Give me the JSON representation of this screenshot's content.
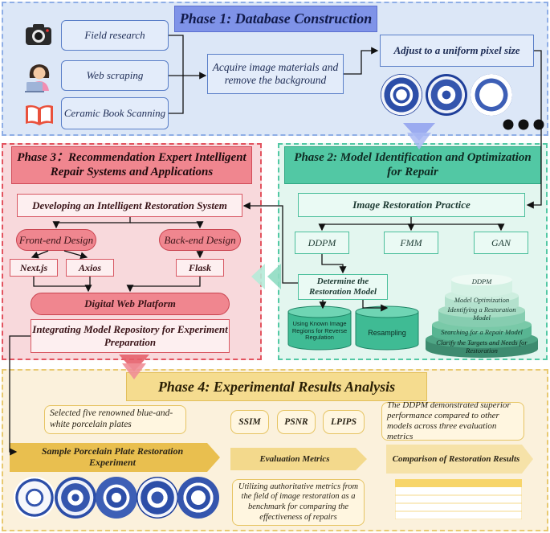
{
  "phase1": {
    "title": "Phase 1: Database Construction",
    "sources": [
      "Field research",
      "Web scraping",
      "Ceramic Book Scanning"
    ],
    "acquire": "Acquire image materials and remove the background",
    "adjust": "Adjust to a uniform pixel size",
    "icons": [
      "camera-icon",
      "laptop-user-icon",
      "open-book-icon"
    ]
  },
  "phase2": {
    "title": "Phase 2: Model Identification and Optimization for Repair",
    "practice": "Image Restoration Practice",
    "models": [
      "DDPM",
      "FMM",
      "GAN"
    ],
    "determine": "Determine the Restoration Model",
    "cylinders": [
      "Using Known Image Regions for Reverse Regulation",
      "Resampling"
    ],
    "stack": [
      "DDPM",
      "Model Optimization",
      "Identifying a Restoration Model",
      "Searching for a Repair Model",
      "Clarify the Targets and Needs for Restoration"
    ]
  },
  "phase3": {
    "title": "Phase 3：Recommendation Expert Intelligent Repair Systems and Applications",
    "developing": "Developing an Intelligent Restoration System",
    "frontend": "Front-end Design",
    "backend": "Back-end Design",
    "tech": [
      "Next.js",
      "Axios",
      "Flask"
    ],
    "platform": "Digital Web Platform",
    "integrating": "Integrating Model Repository for Experiment Preparation"
  },
  "phase4": {
    "title": "Phase 4: Experimental Results Analysis",
    "selected": "Selected five renowned blue-and-white porcelain plates",
    "sample_tag": "Sample Porcelain Plate Restoration Experiment",
    "metrics": [
      "SSIM",
      "PSNR",
      "LPIPS"
    ],
    "eval_tag": "Evaluation Metrics",
    "eval_note": "Utilizing authoritative metrics from the field of image restoration as a benchmark for comparing the effectiveness of repairs",
    "ddpm_note": "The DDPM demonstrated superior performance compared to other models across three evaluation metrics",
    "compare_tag": "Comparison of Restoration Results"
  },
  "colors": {
    "phase1_bg": "#dce7f7",
    "phase2_bg": "#e3f6ef",
    "phase3_bg": "#f8d9dc",
    "phase4_bg": "#fbf1dc",
    "phase1_title": "#7f93e8",
    "phase2_title": "#52c8a4",
    "phase3_title": "#f0868f",
    "phase4_title": "#f5dc8f",
    "porcelain_blue": "#1f3f9a"
  }
}
